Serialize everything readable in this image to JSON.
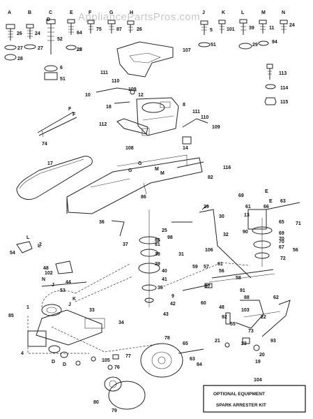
{
  "watermark": "AppliancePartsPros.com",
  "hardware_row": {
    "letters": [
      "A",
      "B",
      "C",
      "D",
      "E",
      "F",
      "G",
      "H",
      "J",
      "K",
      "L",
      "M",
      "N"
    ],
    "numbers": [
      "26",
      "24",
      "27",
      "27",
      "28",
      "28",
      "52",
      "6",
      "51",
      "64",
      "28",
      "75",
      "87",
      "26",
      "5",
      "101",
      "39",
      "11",
      "24",
      "51",
      "29",
      "94",
      "113",
      "114",
      "115"
    ]
  },
  "callouts": [
    "107",
    "111",
    "110",
    "10",
    "109",
    "12",
    "8",
    "18",
    "111",
    "110",
    "109",
    "112",
    "108",
    "14",
    "74",
    "F",
    "F",
    "17",
    "116",
    "82",
    "G",
    "G",
    "M",
    "M",
    "86",
    "25",
    "36",
    "29",
    "30",
    "32",
    "69",
    "E",
    "E",
    "61",
    "66",
    "63",
    "13",
    "90",
    "65",
    "69",
    "70",
    "71",
    "85",
    "81",
    "37",
    "38",
    "39",
    "31",
    "98",
    "106",
    "57",
    "59",
    "61",
    "56",
    "58",
    "67",
    "70",
    "56",
    "72",
    "2",
    "54",
    "L",
    "L",
    "48",
    "102",
    "44",
    "53",
    "N",
    "J",
    "K",
    "J",
    "1",
    "33",
    "34",
    "85",
    "35",
    "9",
    "42",
    "43",
    "97",
    "60",
    "91",
    "88",
    "48",
    "103",
    "62",
    "92",
    "55",
    "73",
    "22",
    "23",
    "93",
    "21",
    "20",
    "19",
    "78",
    "65",
    "63",
    "84",
    "77",
    "105",
    "76",
    "4",
    "D",
    "D",
    "80",
    "79",
    "104",
    "41",
    "40"
  ],
  "optional_box": {
    "title": "OPTIONAL EQUIPMENT",
    "subtitle": "SPARK ARRESTER KIT"
  }
}
